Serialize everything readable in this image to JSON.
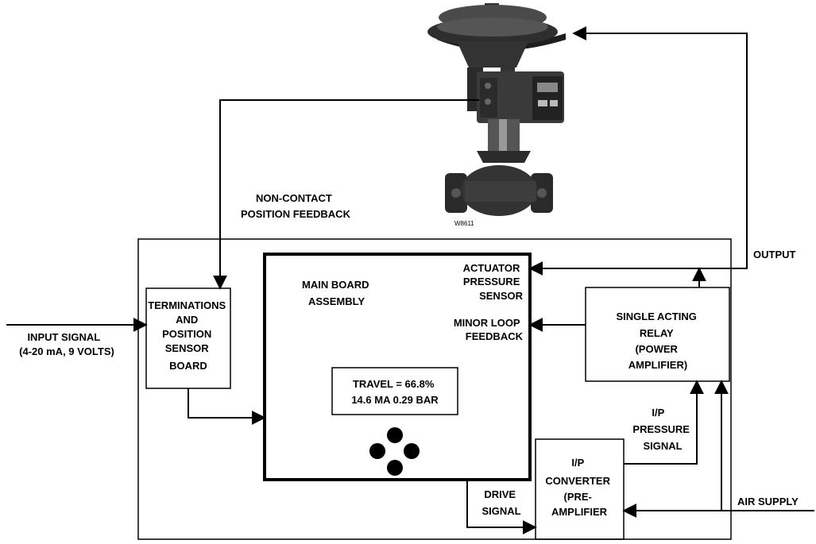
{
  "valve": {
    "photo_caption": "W8611"
  },
  "labels": {
    "feedback_l1": "NON-CONTACT",
    "feedback_l2": "POSITION FEEDBACK",
    "output": "OUTPUT",
    "input_l1": "INPUT SIGNAL",
    "input_l2": "(4-20 mA, 9 VOLTS)",
    "air_supply": "AIR SUPPLY",
    "ip_signal_l1": "I/P",
    "ip_signal_l2": "PRESSURE",
    "ip_signal_l3": "SIGNAL",
    "drive_l1": "DRIVE",
    "drive_l2": "SIGNAL"
  },
  "blocks": {
    "terminations": {
      "l1": "TERMINATIONS",
      "l2": "AND",
      "l3": "POSITION",
      "l4": "SENSOR",
      "l5": "BOARD"
    },
    "main_board": {
      "l1": "MAIN BOARD",
      "l2": "ASSEMBLY"
    },
    "actuator_sensor": {
      "l1": "ACTUATOR",
      "l2": "PRESSURE",
      "l3": "SENSOR"
    },
    "minor_loop": {
      "l1": "MINOR LOOP",
      "l2": "FEEDBACK"
    },
    "display": {
      "l1": "TRAVEL = 66.8%",
      "l2": "14.6 MA 0.29 BAR"
    },
    "relay": {
      "l1": "SINGLE ACTING",
      "l2": "RELAY",
      "l3": "(POWER",
      "l4": "AMPLIFIER)"
    },
    "ip_converter": {
      "l1": "I/P",
      "l2": "CONVERTER",
      "l3": "(PRE-",
      "l4": "AMPLIFIER"
    }
  }
}
